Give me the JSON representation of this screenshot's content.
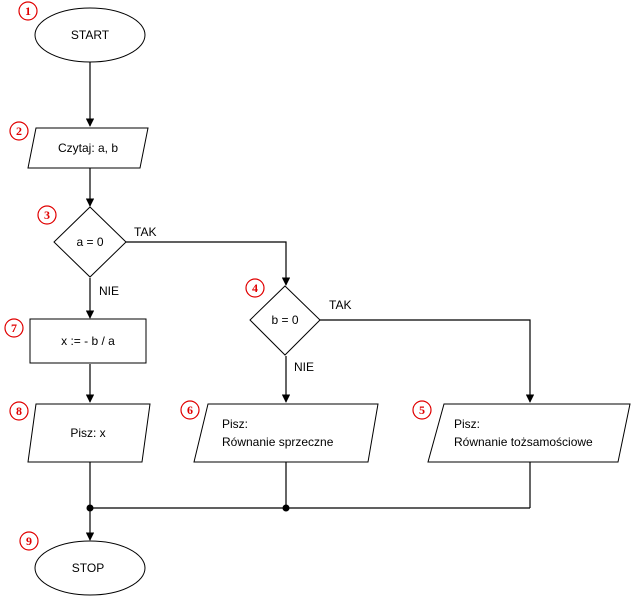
{
  "steps": {
    "start": {
      "number": "1",
      "label": "START"
    },
    "read": {
      "number": "2",
      "label": "Czytaj: a, b"
    },
    "cond_a": {
      "number": "3",
      "label": "a = 0"
    },
    "cond_b": {
      "number": "4",
      "label": "b = 0"
    },
    "identity": {
      "number": "5",
      "line1": "Pisz:",
      "line2": "Równanie tożsamościowe"
    },
    "contradiction": {
      "number": "6",
      "line1": "Pisz:",
      "line2": "Równanie sprzeczne"
    },
    "compute": {
      "number": "7",
      "label": "x := - b / a"
    },
    "write_x": {
      "number": "8",
      "label": "Pisz: x"
    },
    "stop": {
      "number": "9",
      "label": "STOP"
    }
  },
  "edges": {
    "a_yes": "TAK",
    "a_no": "NIE",
    "b_yes": "TAK",
    "b_no": "NIE"
  },
  "colors": {
    "number_marker": "#e00000",
    "stroke": "#000000"
  }
}
